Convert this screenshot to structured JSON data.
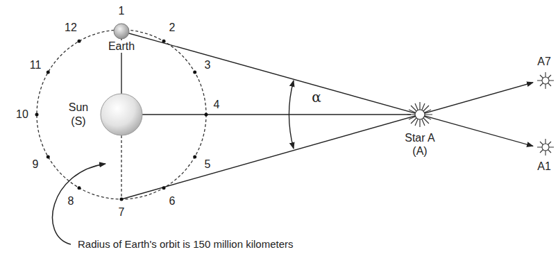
{
  "diagram": {
    "labels": [
      "1",
      "2",
      "3",
      "4",
      "5",
      "6",
      "7",
      "8",
      "9",
      "10",
      "11",
      "12",
      "Earth",
      "Sun",
      "(S)",
      "α",
      "Star A",
      "(A)",
      "A7",
      "A1",
      "Radius of Earth's orbit is 150 million kilometers"
    ]
  }
}
